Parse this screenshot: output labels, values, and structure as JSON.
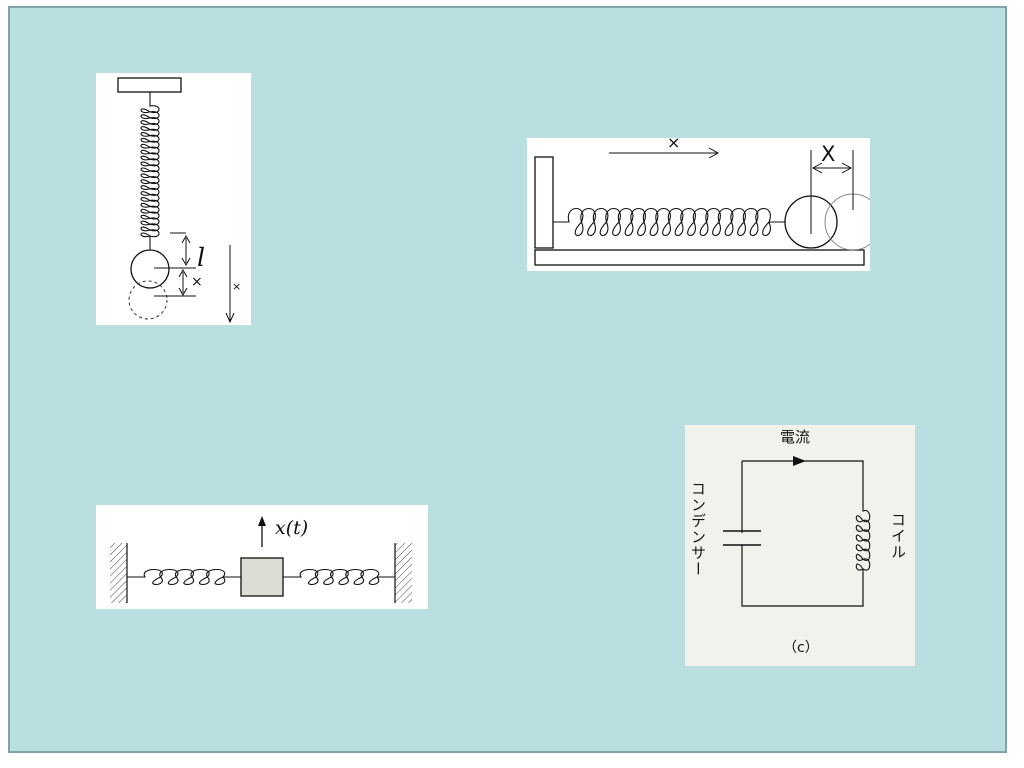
{
  "colors": {
    "slide_background": "#b9dfe1",
    "slide_border": "#7fa3a6",
    "ink": "#111111",
    "mass_fill": "#dcdcd4",
    "circuit_paper": "#f2f1ec"
  },
  "vertical_spring": {
    "length_label": "l",
    "displacement_label": "×",
    "axis_label": "×"
  },
  "horizontal_spring": {
    "direction_label": "×",
    "displacement_label": "X"
  },
  "double_spring": {
    "displacement_label": "x(t)"
  },
  "lc_circuit": {
    "current_label": "電流",
    "capacitor_label": "コンデンサー",
    "coil_label": "コイル",
    "caption": "（c）"
  }
}
